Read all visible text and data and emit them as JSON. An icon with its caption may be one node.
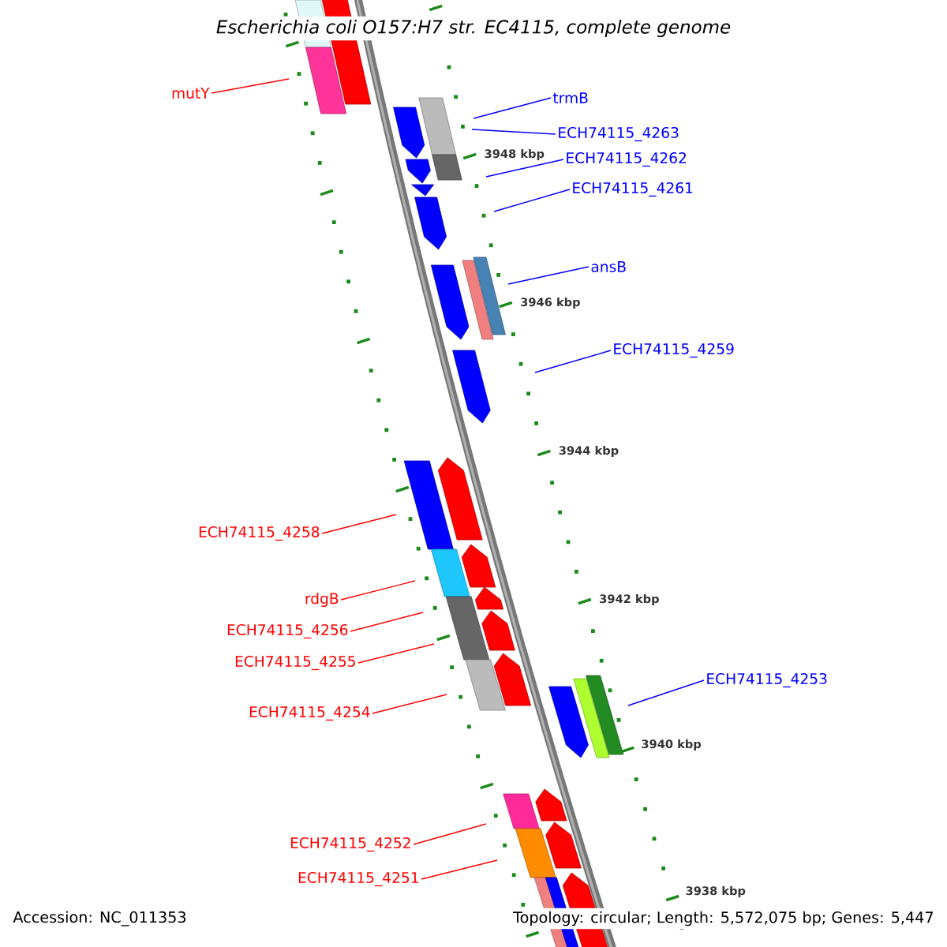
{
  "diagram": {
    "title": "Escherichia coli O157:H7 str. EC4115, complete genome",
    "nodes": [
      {
        "text": [
          "mutY"
        ]
      },
      {
        "text": [
          "trmB"
        ]
      },
      {
        "text": [
          "ECH74115_4263"
        ]
      },
      {
        "text": [
          "ECH74115_4262"
        ]
      },
      {
        "text": [
          "ECH74115_4261"
        ]
      },
      {
        "text": [
          "ansB"
        ]
      },
      {
        "text": [
          "ECH74115_4259"
        ]
      },
      {
        "text": [
          "ECH74115_4258"
        ]
      },
      {
        "text": [
          "rdgB"
        ]
      },
      {
        "text": [
          "ECH74115_4256"
        ]
      },
      {
        "text": [
          "ECH74115_4255"
        ]
      },
      {
        "text": [
          "ECH74115_4253"
        ]
      },
      {
        "text": [
          "ECH74115_4254"
        ]
      },
      {
        "text": [
          "ECH74115_4252"
        ]
      },
      {
        "text": [
          "ECH74115_4251"
        ]
      }
    ],
    "edges": [
      {
        "from": 0,
        "to": null,
        "arrow": "none"
      },
      {
        "from": 1,
        "to": null,
        "arrow": "none",
        "color": "#0000ff"
      },
      {
        "from": 2,
        "to": null,
        "arrow": "none",
        "color": "#0000ff"
      },
      {
        "from": 3,
        "to": null,
        "arrow": "none",
        "color": "#0000ff"
      },
      {
        "from": 4,
        "to": null,
        "arrow": "none",
        "color": "#0000ff"
      },
      {
        "from": 5,
        "to": null,
        "arrow": "none",
        "color": "#0000ff"
      },
      {
        "from": 6,
        "to": null,
        "arrow": "none",
        "color": "#0000ff"
      },
      {
        "from": 7,
        "to": null,
        "arrow": "none"
      },
      {
        "from": 8,
        "to": null,
        "arrow": "none"
      },
      {
        "from": 9,
        "to": null,
        "arrow": "none"
      },
      {
        "from": 10,
        "to": null,
        "arrow": "none"
      },
      {
        "from": 11,
        "to": null,
        "arrow": "none",
        "color": "#0000ff"
      },
      {
        "from": 12,
        "to": null,
        "arrow": "none"
      },
      {
        "from": 13,
        "to": null,
        "arrow": "none"
      },
      {
        "from": 14,
        "to": null,
        "arrow": "none"
      }
    ],
    "labels": [
      "3948 kbp",
      "3946 kbp",
      "3944 kbp",
      "3942 kbp",
      "3940 kbp",
      "3938 kbp",
      "Accession: NC_011353",
      "Topology: circular; Length: 5,572,075 bp; Genes: 5,447"
    ]
  }
}
